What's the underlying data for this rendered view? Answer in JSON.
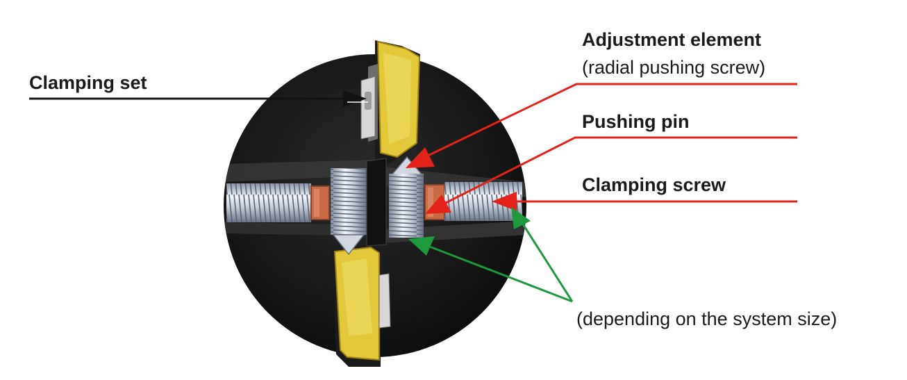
{
  "labels": {
    "clamping_set": "Clamping set",
    "adjustment_element": "Adjustment element",
    "adjustment_element_sub": "(radial pushing screw)",
    "pushing_pin": "Pushing pin",
    "clamping_screw": "Clamping screw",
    "depending_note": "(depending on the system size)"
  },
  "colors": {
    "body": "#161616",
    "insert": "#e3c93a",
    "pin": "#c96a45",
    "arrow_black": "#111111",
    "arrow_red": "#e2231a",
    "arrow_green": "#1d9a3c"
  }
}
